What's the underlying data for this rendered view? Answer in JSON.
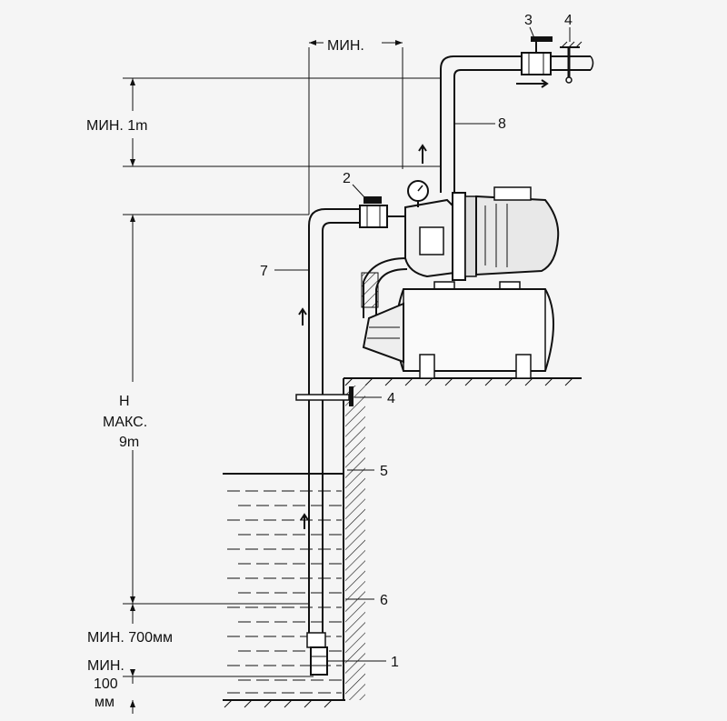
{
  "labels": {
    "min_top": "МИН.",
    "min_1m": "МИН. 1m",
    "h": "H",
    "max": "МАКС.",
    "nine_m": "9m",
    "min_700": "МИН. 700мм",
    "min_100_a": "МИН.",
    "min_100_b": "100",
    "min_100_c": "мм"
  },
  "callouts": {
    "n1": "1",
    "n2": "2",
    "n3": "3",
    "n4_top": "4",
    "n4_wall": "4",
    "n5": "5",
    "n6": "6",
    "n7": "7",
    "n8": "8"
  },
  "colors": {
    "line": "#111111",
    "background": "#f5f5f5",
    "tank_fill": "#fafafa",
    "motor_fill": "#e8e8e8"
  }
}
